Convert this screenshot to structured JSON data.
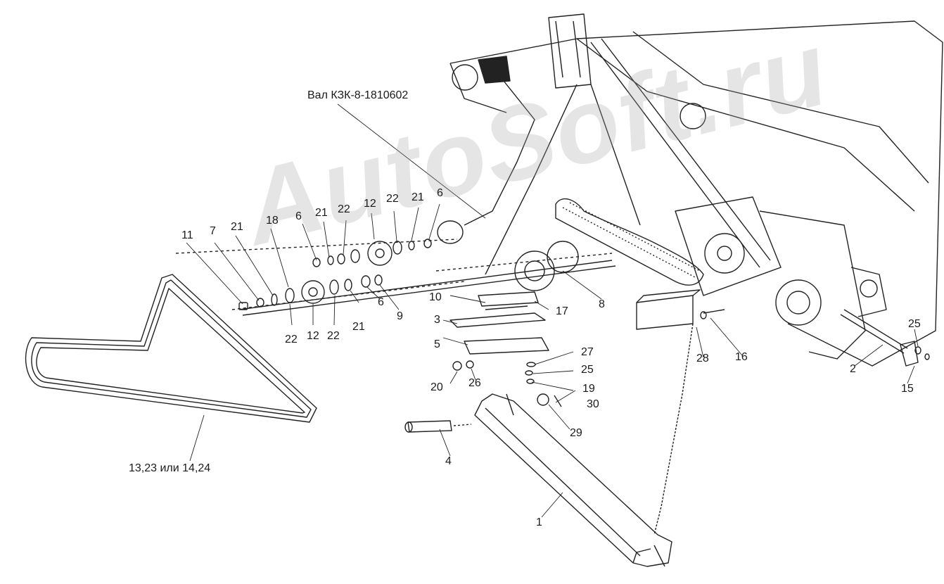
{
  "title_callout": "Вал КЗК-8-1810602",
  "belt_callout": "13,23 или 14,24",
  "watermark": "AutoSoft.ru",
  "labels": {
    "l1": "1",
    "l2": "2",
    "l3": "3",
    "l4": "4",
    "l5": "5",
    "l6a": "6",
    "l6b": "6",
    "l6c": "6",
    "l7": "7",
    "l8": "8",
    "l9": "9",
    "l10": "10",
    "l11": "11",
    "l12a": "12",
    "l12b": "12",
    "l15": "15",
    "l16": "16",
    "l17": "17",
    "l18": "18",
    "l19": "19",
    "l20": "20",
    "l21a": "21",
    "l21b": "21",
    "l21c": "21",
    "l21d": "21",
    "l22a": "22",
    "l22b": "22",
    "l22c": "22",
    "l22d": "22",
    "l25a": "25",
    "l25b": "25",
    "l26": "26",
    "l27": "27",
    "l28": "28",
    "l29": "29",
    "l30": "30"
  },
  "colors": {
    "line": "#222222",
    "background": "#ffffff"
  }
}
